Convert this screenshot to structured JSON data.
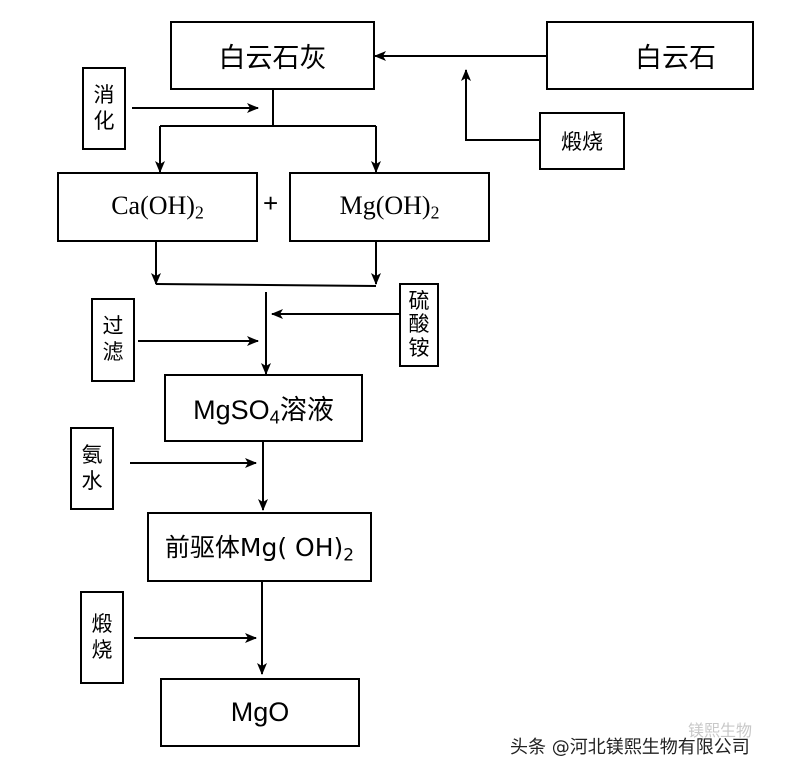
{
  "nodes": {
    "dolomite": "白云石",
    "dolomite_lime": "白云石灰",
    "calcination_top": "煅烧",
    "slaking": [
      "消",
      "化"
    ],
    "caoh2": {
      "base": "Ca(OH)",
      "sub": "2"
    },
    "plus": "+",
    "mgoh2": {
      "base": "Mg(OH)",
      "sub": "2"
    },
    "filter": [
      "过",
      "滤"
    ],
    "ammonium_sulfate": [
      "硫",
      "酸",
      "铵"
    ],
    "mgso4": {
      "pre": "MgSO",
      "sub": "4",
      "post": "溶液"
    },
    "ammonia": [
      "氨",
      "水"
    ],
    "precursor": {
      "base": "前驱体Mg( OH)",
      "sub": "2"
    },
    "calcination_bottom": [
      "煅",
      "烧"
    ],
    "mgo": "MgO"
  },
  "watermark": {
    "text": "头条 @河北镁熙生物有限公司",
    "faint": "镁熙生物"
  }
}
